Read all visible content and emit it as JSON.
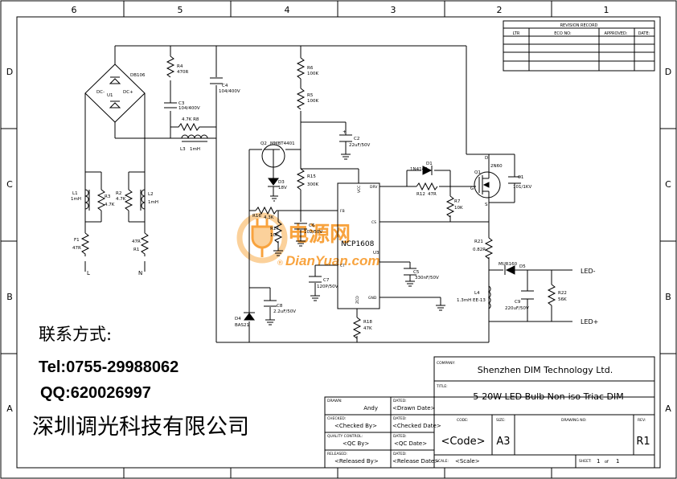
{
  "frame": {
    "col_labels": [
      "6",
      "5",
      "4",
      "3",
      "2",
      "1"
    ],
    "row_labels": [
      "D",
      "C",
      "B",
      "A"
    ]
  },
  "revision": {
    "title": "REVISION RECORD",
    "headers": [
      "LTR",
      "ECO NO:",
      "APPROVED:",
      "DATE:"
    ]
  },
  "components": {
    "db": "DB106",
    "u1": "U1",
    "dc_minus": "DC-",
    "dc_plus": "DC+",
    "r4": "R4",
    "r4v": "470R",
    "c3": "C3",
    "c3v": "104/400V",
    "c4": "C4",
    "c4v": "104/400V",
    "r8": "4.7K R8",
    "l3": "L3",
    "l3v": "1mH",
    "r6": "R6",
    "r6v": "100K",
    "r5": "R5",
    "r5v": "100K",
    "c2": "C2",
    "c2v": "22uF/50V",
    "q2": "Q2",
    "q2v": "MMBT4401",
    "d3": "D3",
    "d3v": "18V",
    "r15": "R15",
    "r15v": "300K",
    "l1": "L1",
    "l1v": "1mH",
    "r3": "R3",
    "r3v": "4.7K",
    "r2": "R2",
    "r2v": "4.7K",
    "l2": "L2",
    "l2v": "1mH",
    "f1": "F1",
    "f1v": "47R",
    "r1": "R1",
    "r1v": "47R",
    "lbl_l": "L",
    "lbl_n": "N",
    "r16": "R16",
    "r16v": "4.3K",
    "r17": "R17",
    "r17v": "10K",
    "c6": "C6",
    "c6v": "102/50V",
    "c7": "C7",
    "c7v": "120P/50V",
    "c8": "C8",
    "c8v": "2.2uF/50V",
    "d4": "D4",
    "d4v": "BAS21",
    "r18": "R18",
    "r18v": "47K",
    "u3": "U3",
    "u3_part": "NCP1608",
    "pin_vcc": "VCC",
    "pin_drv": "DRV",
    "pin_fb": "FB",
    "pin_cs": "CS",
    "pin_ct": "CT",
    "pin_gnd": "GND",
    "pin_zcd": "ZCD",
    "d1": "D1",
    "d1v": "1N4148",
    "r12": "R12",
    "r12v": "47R",
    "r7": "R7",
    "r7v": "10K",
    "q1": "Q1",
    "q1v": "2N60",
    "c1": "C1",
    "c1v": "101/1KV",
    "r21": "R21",
    "r21v": "0.82R",
    "c5": "C5",
    "c5v": "330nF/50V",
    "d5": "D5",
    "d5v": "MUR160",
    "l4": "L4",
    "l4v": "1.3mH EE-13",
    "c9": "C9",
    "c9v": "220uF/50V",
    "r22": "R22",
    "r22v": "56K",
    "led_minus": "LED-",
    "led_plus": "LED+",
    "pin_d": "D",
    "pin_g": "G",
    "pin_s": "S"
  },
  "watermark": {
    "logo_cn": "电源网",
    "url": "DianYuan.com"
  },
  "contact": {
    "title": "联系方式:",
    "tel": "Tel:0755-29988062",
    "qq": "QQ:620026997",
    "company_cn": "深圳调光科技有限公司"
  },
  "title_block": {
    "company_label": "COMPANY:",
    "company": "Shenzhen DIM Technology Ltd.",
    "title_label": "TITLE:",
    "title": "5-20W LED Bulb Non-iso Triac DIM",
    "drawn_label": "DRAWN:",
    "drawn": "Andy",
    "dated1_label": "DATED:",
    "dated1": "<Drawn Date>",
    "checked_label": "CHECKED:",
    "checked": "<Checked By>",
    "dated2_label": "DATED:",
    "dated2": "<Checked Date>",
    "qc_label": "QUALITY CONTROL:",
    "qc": "<QC By>",
    "dated3_label": "DATED:",
    "dated3": "<QC Date>",
    "released_label": "RELEASED:",
    "released": "<Released By>",
    "dated4_label": "DATED:",
    "dated4": "<Release Date>",
    "code_label": "CODE:",
    "code": "<Code>",
    "size_label": "SIZE:",
    "size": "A3",
    "drawing_label": "DRAWING NO:",
    "rev_label": "REV:",
    "rev": "R1",
    "scale_label": "SCALE:",
    "scale": "<Scale>",
    "sheet_label": "SHEET:",
    "sheet": "1",
    "of_label": "of",
    "of": "1"
  },
  "colors": {
    "watermark": "#f7941d",
    "watermark_light": "#fbc98a"
  }
}
